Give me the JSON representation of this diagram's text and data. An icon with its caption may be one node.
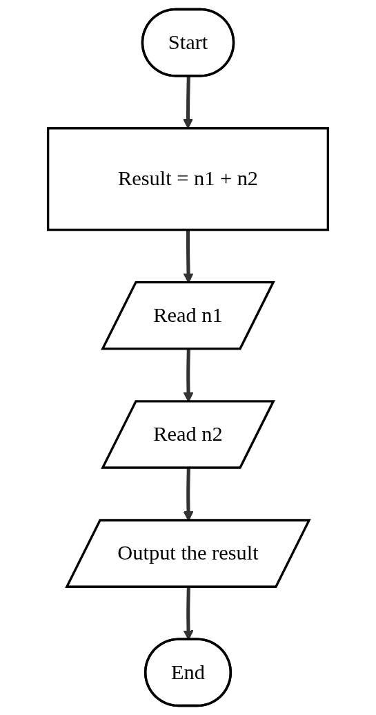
{
  "diagram": {
    "nodes": [
      {
        "text": [
          "Start"
        ]
      },
      {
        "text": [
          "Result = n1 + n2"
        ]
      },
      {
        "text": [
          "Read n1"
        ]
      },
      {
        "text": [
          "Read n2"
        ]
      },
      {
        "text": [
          "Output the result"
        ]
      },
      {
        "text": [
          "End"
        ]
      }
    ],
    "edges": [
      {
        "from": 0,
        "to": 1,
        "arrow": "to"
      },
      {
        "from": 1,
        "to": 2,
        "arrow": "to"
      },
      {
        "from": 2,
        "to": 3,
        "arrow": "to"
      },
      {
        "from": 3,
        "to": 4,
        "arrow": "to"
      },
      {
        "from": 4,
        "to": 5,
        "arrow": "to"
      }
    ]
  }
}
